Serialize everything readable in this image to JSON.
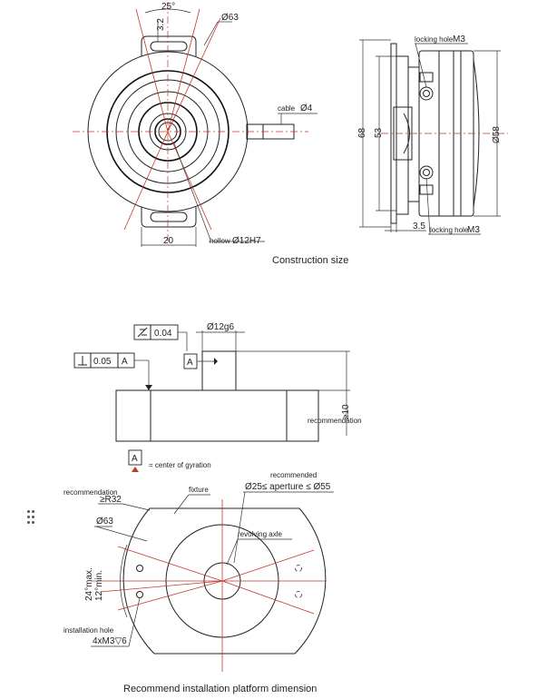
{
  "top": {
    "caption": "Construction size",
    "angle_25": "25°",
    "dim_32": "3.2",
    "dia_63": "Ø63",
    "cable_label": "cable",
    "cable_dia": "Ø4",
    "width_20": "20",
    "hollow_label": "hollow",
    "hollow_dia": "Ø12H7",
    "locking_hole_label": "locking hole",
    "locking_hole_size": "M3",
    "dim_68": "68",
    "dim_53": "53",
    "dia_58": "Ø58",
    "dim_35": "3.5"
  },
  "middle": {
    "flatness": "0.04",
    "shaft_dia": "Ø12g6",
    "perp": "0.05",
    "datum": "A",
    "height_min": "≥10",
    "recommendation": "recommendation",
    "datum_note": "= center of gyration"
  },
  "bottom": {
    "caption": "Recommend installation platform dimension",
    "recommendation": "recommendation",
    "radius": "≥R32",
    "fixture": "fixture",
    "recommended": "recommended",
    "aperture": "Ø25≤ aperture  ≤  Ø55",
    "dia_63": "Ø63",
    "revolving_axle": "revolving axle",
    "angle_max": "24°max.",
    "angle_min": "12°min.",
    "installation_hole": "installation hole",
    "hole_spec": "4xM3▽6"
  }
}
